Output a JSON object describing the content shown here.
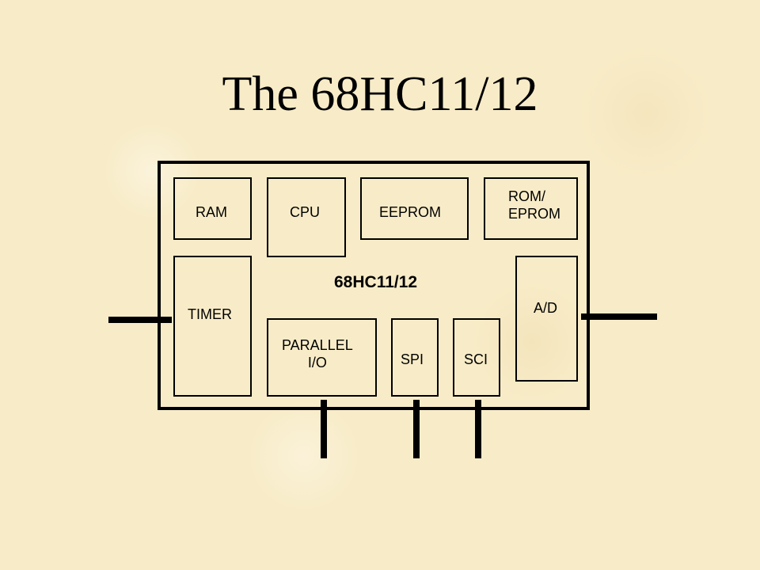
{
  "title": "The 68HC11/12",
  "diagram": {
    "chip_label": "68HC11/12",
    "blocks": {
      "ram": "RAM",
      "cpu": "CPU",
      "eeprom": "EEPROM",
      "rom_eprom": "ROM/\nEPROM",
      "timer": "TIMER",
      "ad": "A/D",
      "parallel_io": "PARALLEL\nI/O",
      "spi": "SPI",
      "sci": "SCI"
    }
  },
  "colors": {
    "background": "#f8ecc8",
    "lines": "#000000"
  }
}
